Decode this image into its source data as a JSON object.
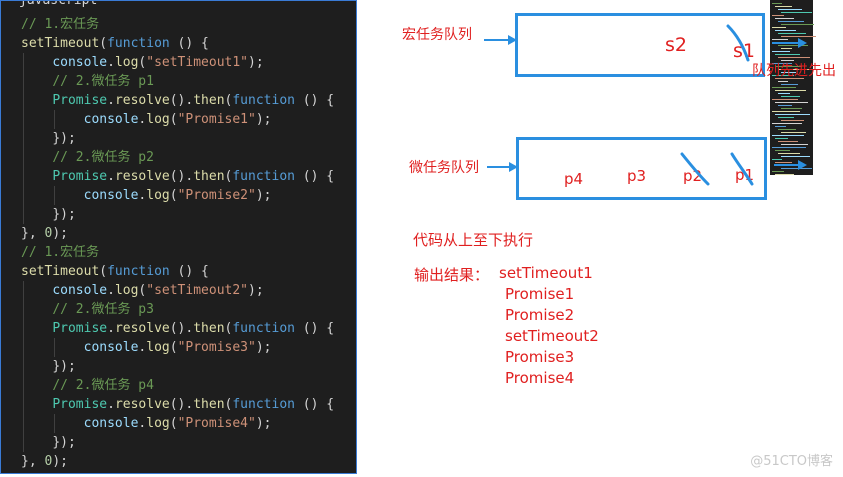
{
  "editor": {
    "header_label": "javascript",
    "lines": [
      {
        "indent": 0,
        "tokens": [
          {
            "c": "cm",
            "t": "// 1.宏任务"
          }
        ]
      },
      {
        "indent": 0,
        "tokens": [
          {
            "c": "fn",
            "t": "setTimeout"
          },
          {
            "c": "pun",
            "t": "("
          },
          {
            "c": "kw",
            "t": "function"
          },
          {
            "c": "pun",
            "t": " () {"
          }
        ]
      },
      {
        "indent": 1,
        "tokens": [
          {
            "c": "var",
            "t": "console"
          },
          {
            "c": "pun",
            "t": "."
          },
          {
            "c": "fn",
            "t": "log"
          },
          {
            "c": "pun",
            "t": "("
          },
          {
            "c": "str",
            "t": "\"setTimeout1\""
          },
          {
            "c": "pun",
            "t": ");"
          }
        ]
      },
      {
        "indent": 1,
        "tokens": [
          {
            "c": "cm",
            "t": "// 2.微任务 p1"
          }
        ]
      },
      {
        "indent": 1,
        "tokens": [
          {
            "c": "cls",
            "t": "Promise"
          },
          {
            "c": "pun",
            "t": "."
          },
          {
            "c": "fn",
            "t": "resolve"
          },
          {
            "c": "pun",
            "t": "()."
          },
          {
            "c": "fn",
            "t": "then"
          },
          {
            "c": "pun",
            "t": "("
          },
          {
            "c": "kw",
            "t": "function"
          },
          {
            "c": "pun",
            "t": " () {"
          }
        ]
      },
      {
        "indent": 2,
        "tokens": [
          {
            "c": "var",
            "t": "console"
          },
          {
            "c": "pun",
            "t": "."
          },
          {
            "c": "fn",
            "t": "log"
          },
          {
            "c": "pun",
            "t": "("
          },
          {
            "c": "str",
            "t": "\"Promise1\""
          },
          {
            "c": "pun",
            "t": ");"
          }
        ]
      },
      {
        "indent": 1,
        "tokens": [
          {
            "c": "pun",
            "t": "});"
          }
        ]
      },
      {
        "indent": 1,
        "tokens": [
          {
            "c": "cm",
            "t": "// 2.微任务 p2"
          }
        ]
      },
      {
        "indent": 1,
        "tokens": [
          {
            "c": "cls",
            "t": "Promise"
          },
          {
            "c": "pun",
            "t": "."
          },
          {
            "c": "fn",
            "t": "resolve"
          },
          {
            "c": "pun",
            "t": "()."
          },
          {
            "c": "fn",
            "t": "then"
          },
          {
            "c": "pun",
            "t": "("
          },
          {
            "c": "kw",
            "t": "function"
          },
          {
            "c": "pun",
            "t": " () {"
          }
        ]
      },
      {
        "indent": 2,
        "tokens": [
          {
            "c": "var",
            "t": "console"
          },
          {
            "c": "pun",
            "t": "."
          },
          {
            "c": "fn",
            "t": "log"
          },
          {
            "c": "pun",
            "t": "("
          },
          {
            "c": "str",
            "t": "\"Promise2\""
          },
          {
            "c": "pun",
            "t": ");"
          }
        ]
      },
      {
        "indent": 1,
        "tokens": [
          {
            "c": "pun",
            "t": "});"
          }
        ]
      },
      {
        "indent": 0,
        "tokens": [
          {
            "c": "pun",
            "t": "}, "
          },
          {
            "c": "num",
            "t": "0"
          },
          {
            "c": "pun",
            "t": ");"
          }
        ]
      },
      {
        "indent": 0,
        "tokens": [
          {
            "c": "cm",
            "t": "// 1.宏任务"
          }
        ]
      },
      {
        "indent": 0,
        "tokens": [
          {
            "c": "fn",
            "t": "setTimeout"
          },
          {
            "c": "pun",
            "t": "("
          },
          {
            "c": "kw",
            "t": "function"
          },
          {
            "c": "pun",
            "t": " () {"
          }
        ]
      },
      {
        "indent": 1,
        "tokens": [
          {
            "c": "var",
            "t": "console"
          },
          {
            "c": "pun",
            "t": "."
          },
          {
            "c": "fn",
            "t": "log"
          },
          {
            "c": "pun",
            "t": "("
          },
          {
            "c": "str",
            "t": "\"setTimeout2\""
          },
          {
            "c": "pun",
            "t": ");"
          }
        ]
      },
      {
        "indent": 1,
        "tokens": [
          {
            "c": "cm",
            "t": "// 2.微任务 p3"
          }
        ]
      },
      {
        "indent": 1,
        "tokens": [
          {
            "c": "cls",
            "t": "Promise"
          },
          {
            "c": "pun",
            "t": "."
          },
          {
            "c": "fn",
            "t": "resolve"
          },
          {
            "c": "pun",
            "t": "()."
          },
          {
            "c": "fn",
            "t": "then"
          },
          {
            "c": "pun",
            "t": "("
          },
          {
            "c": "kw",
            "t": "function"
          },
          {
            "c": "pun",
            "t": " () {"
          }
        ]
      },
      {
        "indent": 2,
        "tokens": [
          {
            "c": "var",
            "t": "console"
          },
          {
            "c": "pun",
            "t": "."
          },
          {
            "c": "fn",
            "t": "log"
          },
          {
            "c": "pun",
            "t": "("
          },
          {
            "c": "str",
            "t": "\"Promise3\""
          },
          {
            "c": "pun",
            "t": ");"
          }
        ]
      },
      {
        "indent": 1,
        "tokens": [
          {
            "c": "pun",
            "t": "});"
          }
        ]
      },
      {
        "indent": 1,
        "tokens": [
          {
            "c": "cm",
            "t": "// 2.微任务 p4"
          }
        ]
      },
      {
        "indent": 1,
        "tokens": [
          {
            "c": "cls",
            "t": "Promise"
          },
          {
            "c": "pun",
            "t": "."
          },
          {
            "c": "fn",
            "t": "resolve"
          },
          {
            "c": "pun",
            "t": "()."
          },
          {
            "c": "fn",
            "t": "then"
          },
          {
            "c": "pun",
            "t": "("
          },
          {
            "c": "kw",
            "t": "function"
          },
          {
            "c": "pun",
            "t": " () {"
          }
        ]
      },
      {
        "indent": 2,
        "tokens": [
          {
            "c": "var",
            "t": "console"
          },
          {
            "c": "pun",
            "t": "."
          },
          {
            "c": "fn",
            "t": "log"
          },
          {
            "c": "pun",
            "t": "("
          },
          {
            "c": "str",
            "t": "\"Promise4\""
          },
          {
            "c": "pun",
            "t": ");"
          }
        ]
      },
      {
        "indent": 1,
        "tokens": [
          {
            "c": "pun",
            "t": "});"
          }
        ]
      },
      {
        "indent": 0,
        "tokens": [
          {
            "c": "pun",
            "t": "}, "
          },
          {
            "c": "num",
            "t": "0"
          },
          {
            "c": "pun",
            "t": ");"
          }
        ]
      }
    ]
  },
  "diagram": {
    "macro_label": "宏任务队列",
    "micro_label": "微任务队列",
    "macro_items": [
      "s2",
      "s1"
    ],
    "micro_items": [
      "p4",
      "p3",
      "p2",
      "p1"
    ],
    "queue_note": "队列先进先出",
    "exec_note": "代码从上至下执行",
    "result_label": "输出结果：",
    "results": [
      "setTimeout1",
      "Promise1",
      "Promise2",
      "setTimeout2",
      "Promise3",
      "Promise4"
    ]
  },
  "watermark": "@51CTO博客",
  "colors": {
    "accent_blue": "#2a8fe0",
    "annotation_red": "#e02020",
    "editor_bg": "#1e1e1e"
  }
}
